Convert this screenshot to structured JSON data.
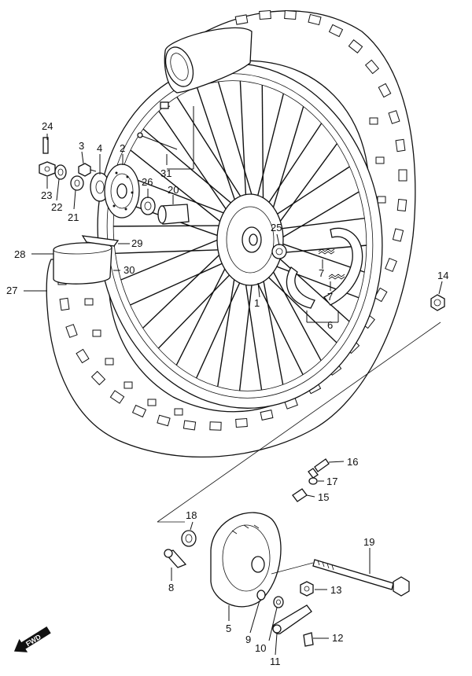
{
  "callouts": {
    "c1": "1",
    "c2": "2",
    "c3": "3",
    "c4": "4",
    "c5": "5",
    "c6": "6",
    "c7a": "7",
    "c7b": "7",
    "c8": "8",
    "c9": "9",
    "c10": "10",
    "c11": "11",
    "c12": "12",
    "c13": "13",
    "c14": "14",
    "c15": "15",
    "c16": "16",
    "c17": "17",
    "c18": "18",
    "c19": "19",
    "c20": "20",
    "c21": "21",
    "c22": "22",
    "c23": "23",
    "c24": "24",
    "c25": "25",
    "c26": "26",
    "c27": "27",
    "c28": "28",
    "c29": "29",
    "c30": "30",
    "c31": "31"
  },
  "fwd_badge": "FWD"
}
